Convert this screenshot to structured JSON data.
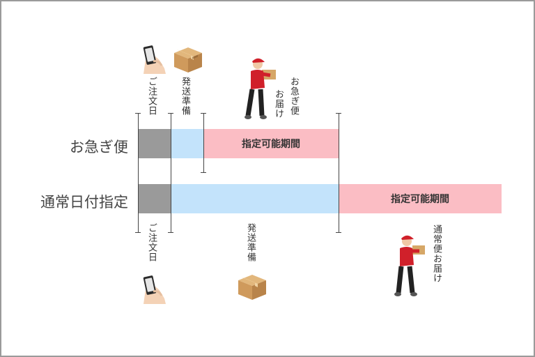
{
  "rows": {
    "express": {
      "label": "お急ぎ便"
    },
    "standard": {
      "label": "通常日付指定"
    }
  },
  "pink_label": "指定可能期間",
  "top_steps": {
    "order": "ご注文日",
    "prep": "発送準備",
    "delivery_line1": "お急ぎ便",
    "delivery_line2": "お届け"
  },
  "bottom_steps": {
    "order": "ご注文日",
    "prep": "発送準備",
    "delivery": "通常便お届け"
  },
  "colors": {
    "order_segment": "#9a9a9a",
    "prep_segment": "#c3e3fb",
    "available_period": "#fbbdc4",
    "courier_shirt": "#d0202a"
  },
  "icons": [
    "phone-hand-icon",
    "package-box-icon",
    "courier-icon"
  ]
}
